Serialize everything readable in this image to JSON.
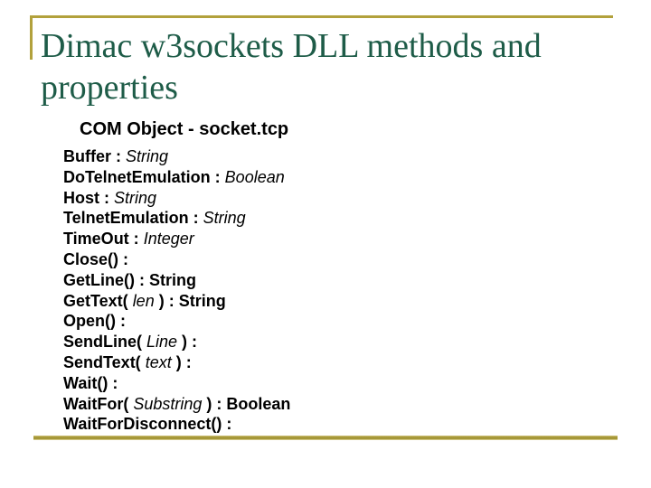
{
  "slide": {
    "title": "Dimac w3sockets DLL methods and properties",
    "title_lines": [
      "Dimac w3sockets DLL methods and",
      "properties"
    ],
    "subtitle": "COM Object - socket.tcp",
    "colors": {
      "accent_gold": "#b2a13c",
      "title_green": "#1e5c48",
      "body_text": "#000000"
    },
    "items": [
      {
        "segments": [
          {
            "text": "Buffer : ",
            "style": "bold"
          },
          {
            "text": "String",
            "style": "italic"
          }
        ]
      },
      {
        "segments": [
          {
            "text": "DoTelnetEmulation : ",
            "style": "bold"
          },
          {
            "text": "Boolean",
            "style": "italic"
          }
        ]
      },
      {
        "segments": [
          {
            "text": "Host : ",
            "style": "bold"
          },
          {
            "text": "String",
            "style": "italic"
          }
        ]
      },
      {
        "segments": [
          {
            "text": "TelnetEmulation : ",
            "style": "bold"
          },
          {
            "text": "String",
            "style": "italic"
          }
        ]
      },
      {
        "segments": [
          {
            "text": "TimeOut : ",
            "style": "bold"
          },
          {
            "text": "Integer",
            "style": "italic"
          }
        ]
      },
      {
        "segments": [
          {
            "text": "Close() :",
            "style": "bold"
          }
        ]
      },
      {
        "segments": [
          {
            "text": "GetLine() : String",
            "style": "bold"
          }
        ]
      },
      {
        "segments": [
          {
            "text": "GetText( ",
            "style": "bold"
          },
          {
            "text": "len",
            "style": "italic"
          },
          {
            "text": " ) : String",
            "style": "bold"
          }
        ]
      },
      {
        "segments": [
          {
            "text": "Open() :",
            "style": "bold"
          }
        ]
      },
      {
        "segments": [
          {
            "text": "SendLine( ",
            "style": "bold"
          },
          {
            "text": "Line",
            "style": "italic"
          },
          {
            "text": " ) :",
            "style": "bold"
          }
        ]
      },
      {
        "segments": [
          {
            "text": "SendText( ",
            "style": "bold"
          },
          {
            "text": "text",
            "style": "italic"
          },
          {
            "text": " ) :",
            "style": "bold"
          }
        ]
      },
      {
        "segments": [
          {
            "text": "Wait() :",
            "style": "bold"
          }
        ]
      },
      {
        "segments": [
          {
            "text": "WaitFor( ",
            "style": "bold"
          },
          {
            "text": "Substring",
            "style": "italic"
          },
          {
            "text": " ) : Boolean",
            "style": "bold"
          }
        ]
      },
      {
        "segments": [
          {
            "text": "WaitForDisconnect() :",
            "style": "bold"
          }
        ]
      }
    ]
  }
}
